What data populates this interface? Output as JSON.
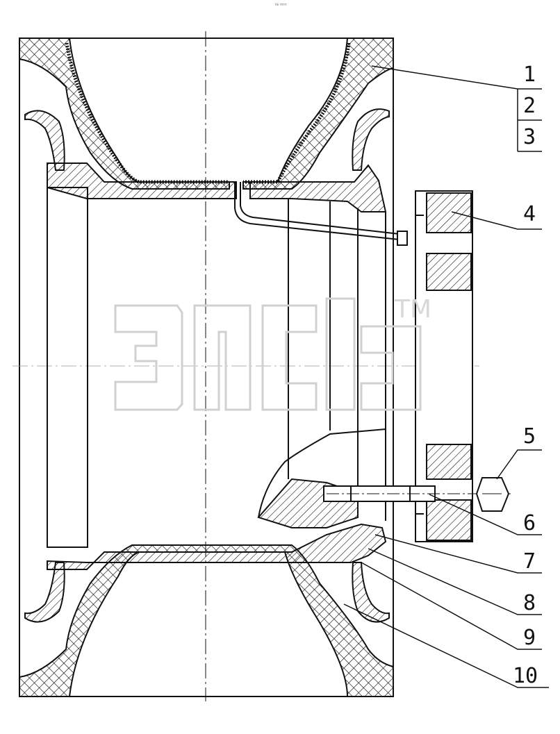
{
  "header": {
    "tiny_text": "№ ппп"
  },
  "watermark": {
    "tm": "TM"
  },
  "callouts": [
    {
      "id": "1",
      "label": "1"
    },
    {
      "id": "2",
      "label": "2"
    },
    {
      "id": "3",
      "label": "3"
    },
    {
      "id": "4",
      "label": "4"
    },
    {
      "id": "5",
      "label": "5"
    },
    {
      "id": "6",
      "label": "6"
    },
    {
      "id": "7",
      "label": "7"
    },
    {
      "id": "8",
      "label": "8"
    },
    {
      "id": "9",
      "label": "9"
    },
    {
      "id": "10",
      "label": "10"
    }
  ],
  "colors": {
    "line": "#111111",
    "watermark": "#d0d0d0"
  }
}
